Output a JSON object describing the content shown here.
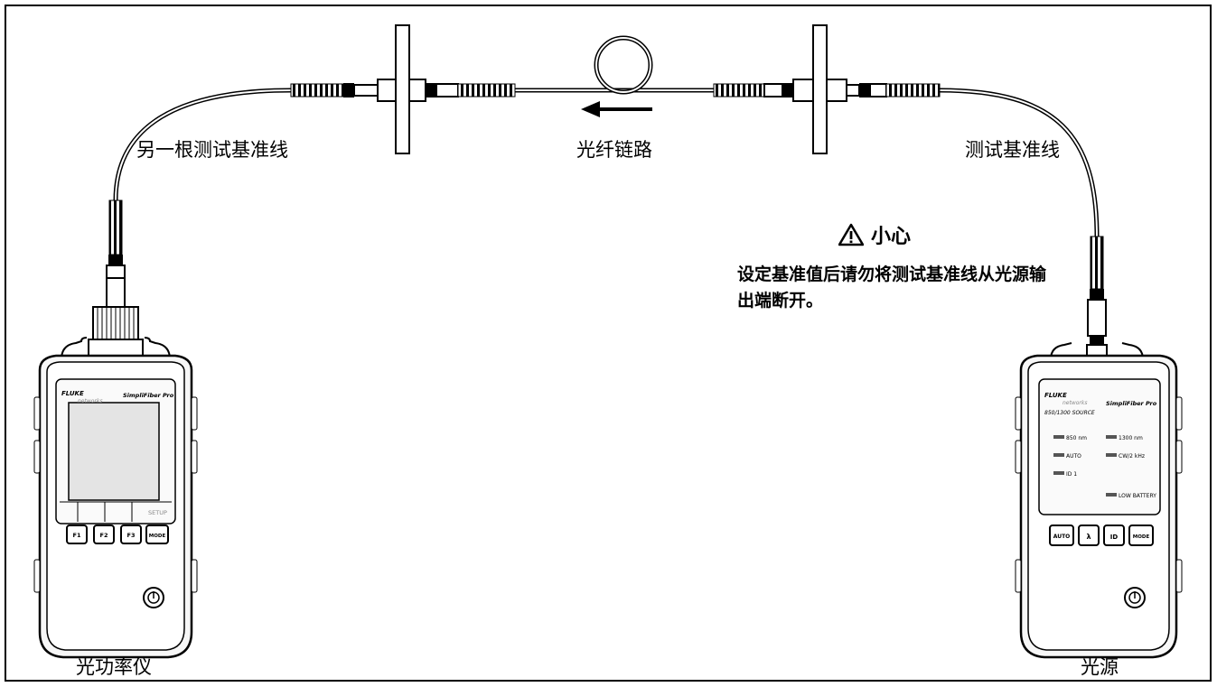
{
  "labels": {
    "reference_cord_2": "另一根测试基准线",
    "fiber_link": "光纤链路",
    "reference_cord": "测试基准线",
    "power_meter": "光功率仪",
    "light_source": "光源"
  },
  "caution": {
    "icon": "warning-triangle-icon",
    "title": "小心",
    "text": "设定基准值后请勿将测试基准线从光源输出端断开。"
  },
  "meter": {
    "brand": "FLUKE",
    "brand_sub": "networks",
    "model": "SimpliFiber Pro",
    "setup_label": "SETUP",
    "keys": [
      "F1",
      "F2",
      "F3",
      "MODE"
    ]
  },
  "source": {
    "brand": "FLUKE",
    "brand_sub": "networks",
    "model": "SimpliFiber Pro",
    "subtitle": "850/1300 SOURCE",
    "indicators": [
      "850 nm",
      "1300 nm",
      "AUTO",
      "CW/2 kHz",
      "ID 1",
      "LOW BATTERY"
    ],
    "keys": [
      "AUTO",
      "λ",
      "ID",
      "MODE"
    ]
  },
  "colors": {
    "line": "#000000",
    "screen": "#e4e4e4",
    "body": "#f2f2f2"
  }
}
